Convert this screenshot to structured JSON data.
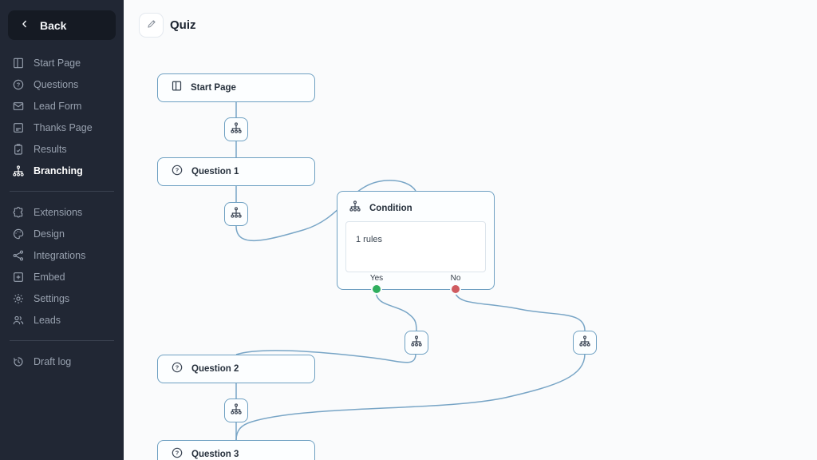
{
  "sidebar": {
    "back_label": "Back",
    "primary_items": [
      {
        "label": "Start Page",
        "icon": "start-page-icon",
        "active": false
      },
      {
        "label": "Questions",
        "icon": "question-icon",
        "active": false
      },
      {
        "label": "Lead Form",
        "icon": "envelope-icon",
        "active": false
      },
      {
        "label": "Thanks Page",
        "icon": "thanks-page-icon",
        "active": false
      },
      {
        "label": "Results",
        "icon": "results-icon",
        "active": false
      },
      {
        "label": "Branching",
        "icon": "branching-icon",
        "active": true
      }
    ],
    "secondary_items": [
      {
        "label": "Extensions",
        "icon": "puzzle-icon"
      },
      {
        "label": "Design",
        "icon": "palette-icon"
      },
      {
        "label": "Integrations",
        "icon": "integrations-icon"
      },
      {
        "label": "Embed",
        "icon": "embed-icon"
      },
      {
        "label": "Settings",
        "icon": "gear-icon"
      },
      {
        "label": "Leads",
        "icon": "users-icon"
      }
    ],
    "footer_items": [
      {
        "label": "Draft log",
        "icon": "history-icon"
      }
    ]
  },
  "header": {
    "title": "Quiz",
    "edit_icon": "pencil-icon"
  },
  "canvas": {
    "nodes": {
      "start_page": {
        "label": "Start Page"
      },
      "question_1": {
        "label": "Question 1"
      },
      "condition": {
        "label": "Condition",
        "rules_text": "1 rules",
        "yes_label": "Yes",
        "no_label": "No"
      },
      "question_2": {
        "label": "Question 2"
      },
      "question_3": {
        "label": "Question 3"
      }
    }
  },
  "colors": {
    "sidebar_bg": "#212734",
    "back_button_bg": "#151a23",
    "node_border": "#6ea0c2",
    "connector": "#78a5c6",
    "yes_dot": "#2fae5e",
    "no_dot": "#cf5b60",
    "canvas_bg": "#fafbfc"
  }
}
